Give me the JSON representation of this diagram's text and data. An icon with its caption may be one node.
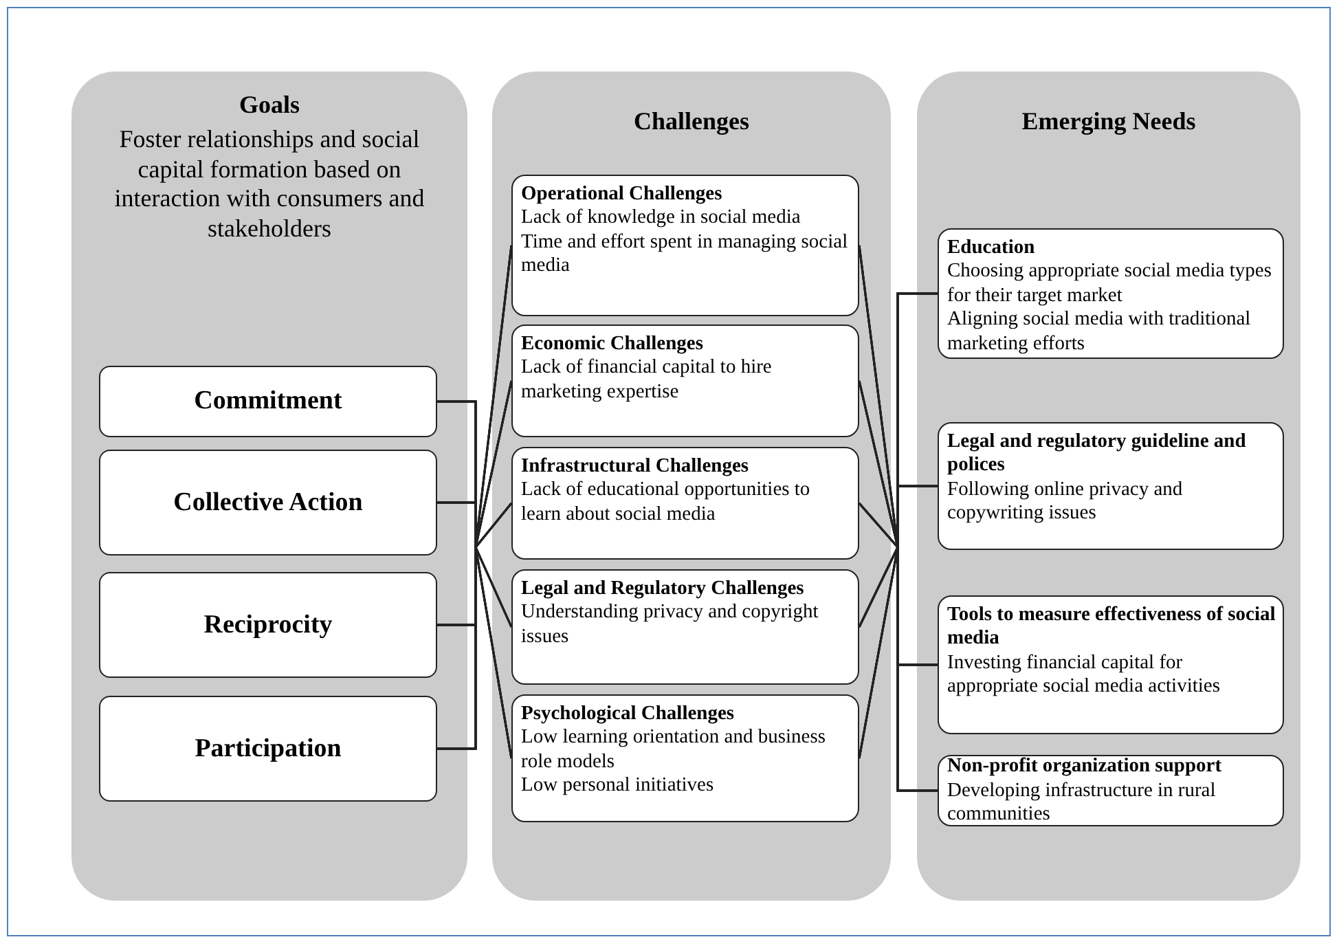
{
  "diagram": {
    "nodes": [
      {
        "text": [
          "Goals",
          "Foster relationships and social capital formation based on interaction with consumers and stakeholders"
        ]
      },
      {
        "text": [
          "Commitment"
        ],
        "in": 0
      },
      {
        "text": [
          "Collective Action"
        ],
        "in": 0
      },
      {
        "text": [
          "Reciprocity"
        ],
        "in": 0
      },
      {
        "text": [
          "Participation"
        ],
        "in": 0
      },
      {
        "text": [
          "Challenges"
        ]
      },
      {
        "text": [
          "Operational Challenges",
          "Lack of knowledge in social media",
          "Time and effort spent in managing social media"
        ],
        "in": 5
      },
      {
        "text": [
          "Economic Challenges",
          "Lack of financial capital to hire marketing expertise"
        ],
        "in": 5
      },
      {
        "text": [
          "Infrastructural Challenges",
          "Lack of educational opportunities to learn about social media"
        ],
        "in": 5
      },
      {
        "text": [
          "Legal and Regulatory Challenges",
          "Understanding privacy and copyright issues"
        ],
        "in": 5
      },
      {
        "text": [
          "Psychological Challenges",
          "Low learning orientation and business role models",
          "Low personal initiatives"
        ],
        "in": 5
      },
      {
        "text": [
          "Emerging Needs"
        ]
      },
      {
        "text": [
          "Education",
          "Choosing appropriate social media types for their target market",
          "Aligning social media with traditional marketing efforts"
        ],
        "in": 11
      },
      {
        "text": [
          "Legal and regulatory guideline and polices",
          "Following online privacy and copywriting issues"
        ],
        "in": 11
      },
      {
        "text": [
          "Tools to measure effectiveness of social media",
          "Investing financial capital for appropriate social media activities"
        ],
        "in": 11
      },
      {
        "text": [
          "Non-profit organization support",
          "Developing infrastructure in rural communities"
        ],
        "in": 11
      }
    ],
    "edges": [
      {
        "from": 1,
        "to": 6,
        "arrow": "none"
      },
      {
        "from": 1,
        "to": 7,
        "arrow": "none"
      },
      {
        "from": 1,
        "to": 8,
        "arrow": "none"
      },
      {
        "from": 1,
        "to": 9,
        "arrow": "none"
      },
      {
        "from": 1,
        "to": 10,
        "arrow": "none"
      },
      {
        "from": 2,
        "to": 6,
        "arrow": "none"
      },
      {
        "from": 2,
        "to": 7,
        "arrow": "none"
      },
      {
        "from": 2,
        "to": 8,
        "arrow": "none"
      },
      {
        "from": 2,
        "to": 9,
        "arrow": "none"
      },
      {
        "from": 2,
        "to": 10,
        "arrow": "none"
      },
      {
        "from": 3,
        "to": 6,
        "arrow": "none"
      },
      {
        "from": 3,
        "to": 7,
        "arrow": "none"
      },
      {
        "from": 3,
        "to": 8,
        "arrow": "none"
      },
      {
        "from": 3,
        "to": 9,
        "arrow": "none"
      },
      {
        "from": 3,
        "to": 10,
        "arrow": "none"
      },
      {
        "from": 4,
        "to": 6,
        "arrow": "none"
      },
      {
        "from": 4,
        "to": 7,
        "arrow": "none"
      },
      {
        "from": 4,
        "to": 8,
        "arrow": "none"
      },
      {
        "from": 4,
        "to": 9,
        "arrow": "none"
      },
      {
        "from": 4,
        "to": 10,
        "arrow": "none"
      },
      {
        "from": 6,
        "to": 12,
        "arrow": "none"
      },
      {
        "from": 6,
        "to": 13,
        "arrow": "none"
      },
      {
        "from": 6,
        "to": 14,
        "arrow": "none"
      },
      {
        "from": 6,
        "to": 15,
        "arrow": "none"
      },
      {
        "from": 7,
        "to": 12,
        "arrow": "none"
      },
      {
        "from": 7,
        "to": 13,
        "arrow": "none"
      },
      {
        "from": 7,
        "to": 14,
        "arrow": "none"
      },
      {
        "from": 7,
        "to": 15,
        "arrow": "none"
      },
      {
        "from": 8,
        "to": 12,
        "arrow": "none"
      },
      {
        "from": 8,
        "to": 13,
        "arrow": "none"
      },
      {
        "from": 8,
        "to": 14,
        "arrow": "none"
      },
      {
        "from": 8,
        "to": 15,
        "arrow": "none"
      },
      {
        "from": 9,
        "to": 12,
        "arrow": "none"
      },
      {
        "from": 9,
        "to": 13,
        "arrow": "none"
      },
      {
        "from": 9,
        "to": 14,
        "arrow": "none"
      },
      {
        "from": 9,
        "to": 15,
        "arrow": "none"
      },
      {
        "from": 10,
        "to": 12,
        "arrow": "none"
      },
      {
        "from": 10,
        "to": 13,
        "arrow": "none"
      },
      {
        "from": 10,
        "to": 14,
        "arrow": "none"
      },
      {
        "from": 10,
        "to": 15,
        "arrow": "none"
      }
    ]
  }
}
